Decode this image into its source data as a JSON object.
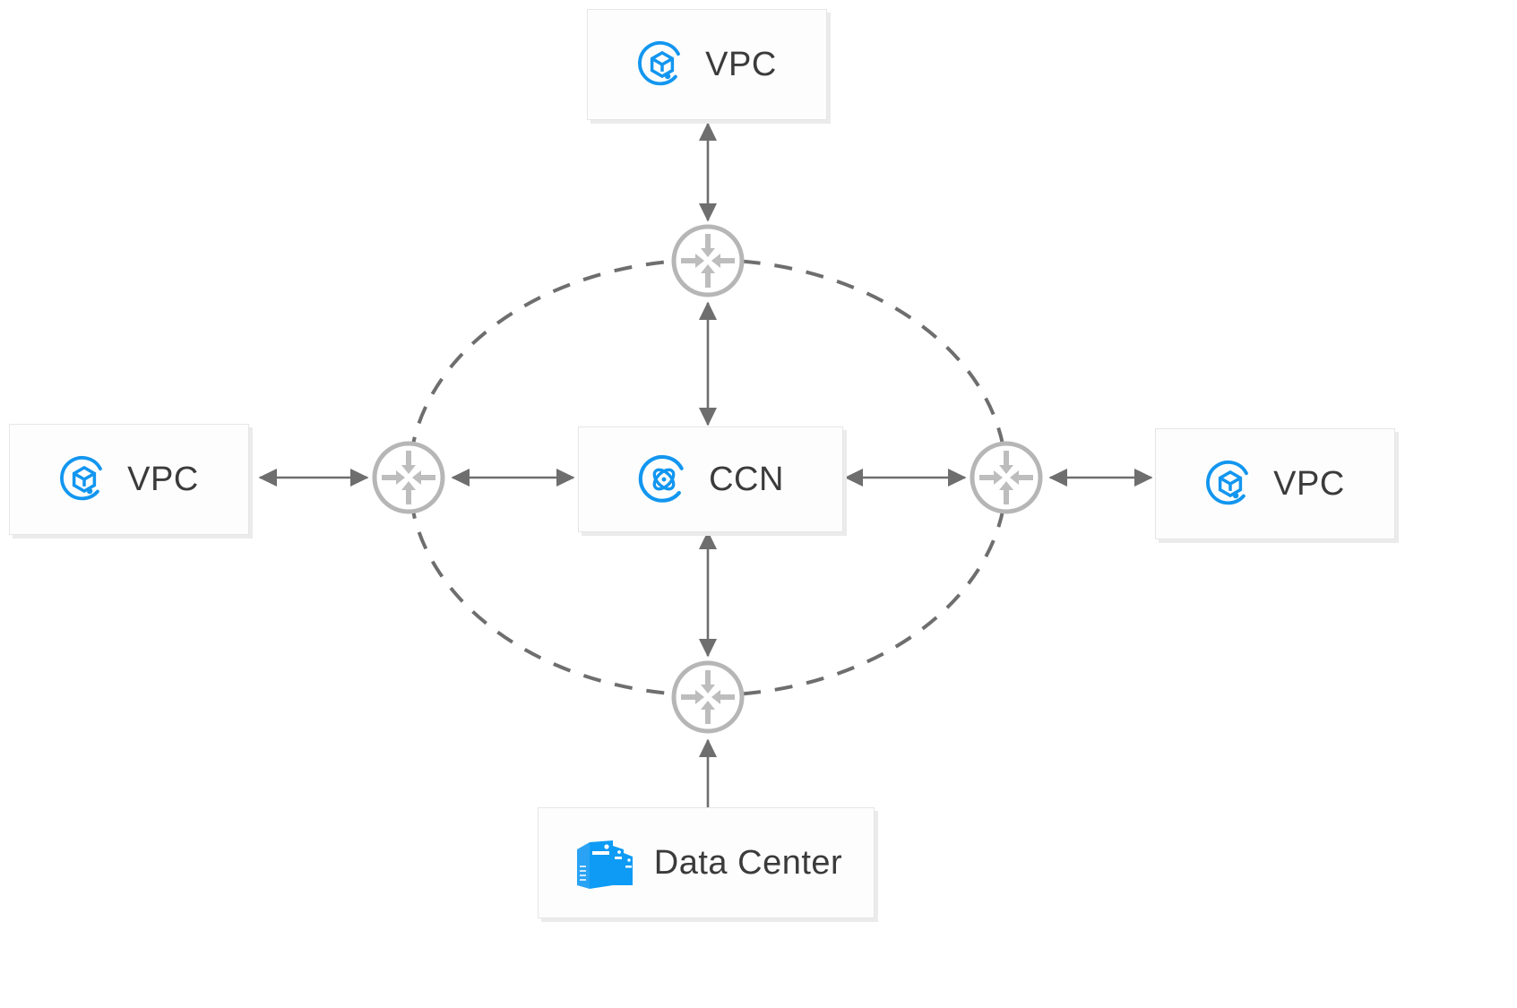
{
  "diagram": {
    "title": "CCN hub-and-spoke network topology",
    "background": "#ffffff",
    "accent_blue": "#1296f0",
    "line_gray": "#6e6e6e",
    "router_gray": "#b4b4b4",
    "box_border": "#e6e6e6",
    "box_shadow": "#ebebeb",
    "text_gray": "#3b3b3b"
  },
  "nodes": {
    "vpc_top": {
      "label": "VPC",
      "icon": "vpc-cube-icon"
    },
    "vpc_left": {
      "label": "VPC",
      "icon": "vpc-cube-icon"
    },
    "vpc_right": {
      "label": "VPC",
      "icon": "vpc-cube-icon"
    },
    "ccn_center": {
      "label": "CCN",
      "icon": "ccn-atom-icon"
    },
    "data_center": {
      "label": "Data Center",
      "icon": "server-rack-icon"
    }
  },
  "routers": [
    {
      "name": "router-top",
      "icon": "router-converge-icon"
    },
    {
      "name": "router-left",
      "icon": "router-converge-icon"
    },
    {
      "name": "router-right",
      "icon": "router-converge-icon"
    },
    {
      "name": "router-bottom",
      "icon": "router-converge-icon"
    }
  ],
  "connections": [
    {
      "from": "vpc_top",
      "to": "router-top",
      "style": "double-arrow"
    },
    {
      "from": "router-top",
      "to": "ccn_center",
      "style": "double-arrow"
    },
    {
      "from": "vpc_left",
      "to": "router-left",
      "style": "double-arrow"
    },
    {
      "from": "router-left",
      "to": "ccn_center",
      "style": "double-arrow"
    },
    {
      "from": "ccn_center",
      "to": "router-right",
      "style": "double-arrow"
    },
    {
      "from": "router-right",
      "to": "vpc_right",
      "style": "double-arrow"
    },
    {
      "from": "ccn_center",
      "to": "router-bottom",
      "style": "double-arrow"
    },
    {
      "from": "data_center",
      "to": "router-bottom",
      "style": "single-arrow-up"
    }
  ],
  "ring": {
    "name": "ccn-dashed-ring",
    "style": "dashed-ellipse",
    "color": "#6e6e6e"
  }
}
